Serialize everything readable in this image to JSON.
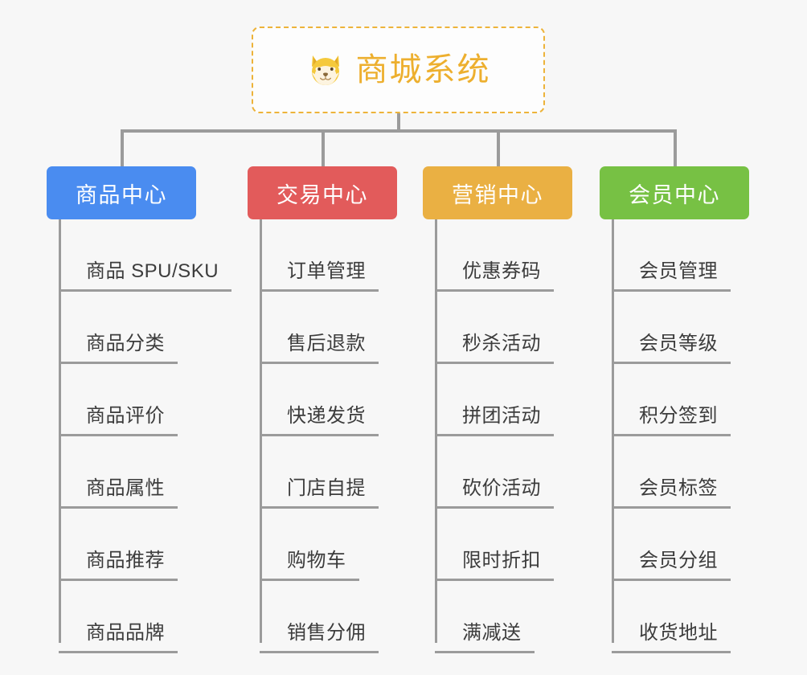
{
  "root": {
    "title": "商城系统",
    "icon": "shiba-dog-face-icon",
    "border_color": "#edb33a",
    "text_color": "#edaf2e"
  },
  "connector_color": "#9b9b9b",
  "background_color": "#f7f7f7",
  "categories": [
    {
      "label": "商品中心",
      "color": "#4a8cf0",
      "items": [
        "商品 SPU/SKU",
        "商品分类",
        "商品评价",
        "商品属性",
        "商品推荐",
        "商品品牌"
      ]
    },
    {
      "label": "交易中心",
      "color": "#e25b5b",
      "items": [
        "订单管理",
        "售后退款",
        "快递发货",
        "门店自提",
        "购物车",
        "销售分佣"
      ]
    },
    {
      "label": "营销中心",
      "color": "#eab043",
      "items": [
        "优惠券码",
        "秒杀活动",
        "拼团活动",
        "砍价活动",
        "限时折扣",
        "满减送"
      ]
    },
    {
      "label": "会员中心",
      "color": "#77c144",
      "items": [
        "会员管理",
        "会员等级",
        "积分签到",
        "会员标签",
        "会员分组",
        "收货地址"
      ]
    }
  ]
}
